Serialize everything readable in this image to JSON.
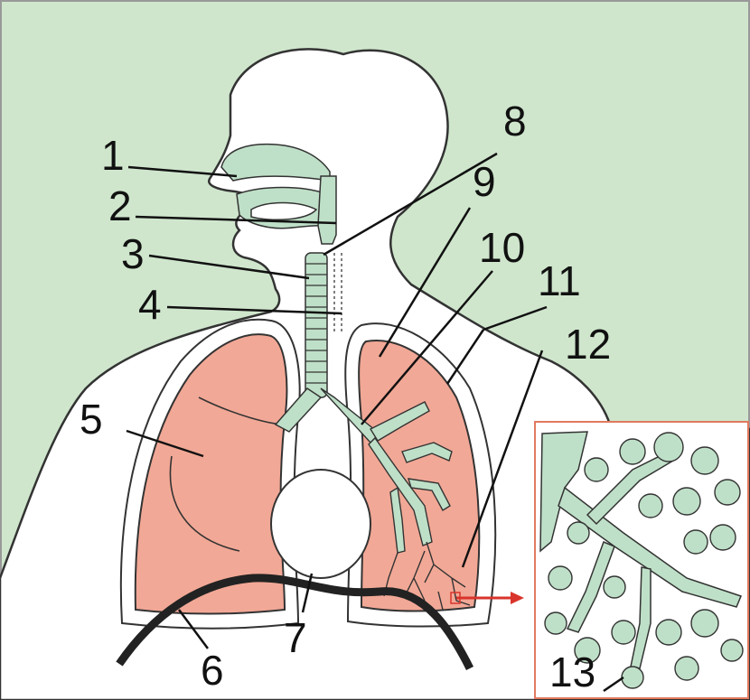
{
  "labels": {
    "l1": "1",
    "l2": "2",
    "l3": "3",
    "l4": "4",
    "l5": "5",
    "l6": "6",
    "l7": "7",
    "l8": "8",
    "l9": "9",
    "l10": "10",
    "l11": "11",
    "l12": "12",
    "l13": "13"
  },
  "colors": {
    "background": "#cfe6cc",
    "body": "#ffffff",
    "lung": "#f2a896",
    "airway": "#bfe0c8",
    "inset_border": "#e07a5f",
    "diaphragm": "#222222",
    "arrow": "#d9342b"
  }
}
